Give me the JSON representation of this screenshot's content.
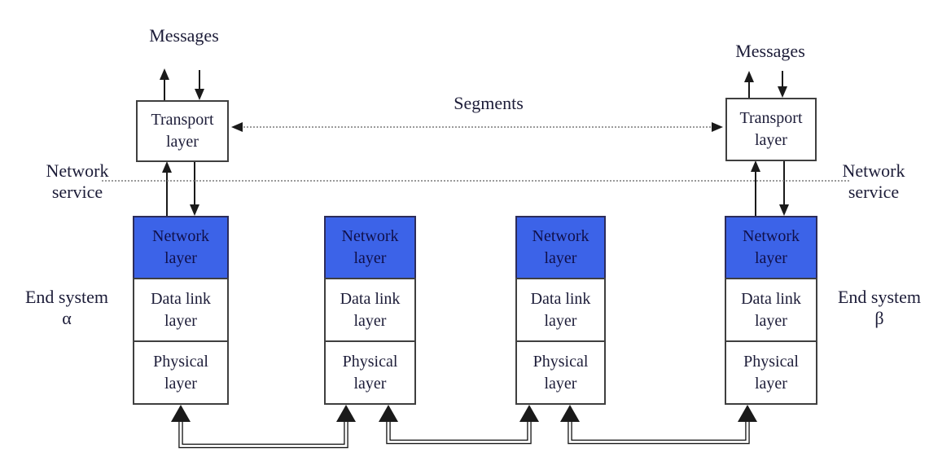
{
  "title": "Network service layered architecture diagram",
  "colors": {
    "network_layer_fill": "#3c63e8",
    "box_border": "#3f3f3f",
    "text": "#1c1c38",
    "dotted_line": "#7a7a7a",
    "arrow": "#1a1a1a"
  },
  "top": {
    "messages_left": "Messages",
    "messages_right": "Messages",
    "segments": "Segments",
    "network_service_left": [
      "Network",
      "service"
    ],
    "network_service_right": [
      "Network",
      "service"
    ]
  },
  "nodes": [
    {
      "name": "end-system-alpha",
      "caption": [
        "End system",
        "α"
      ],
      "layers": [
        "Transport layer",
        "Network layer",
        "Data link layer",
        "Physical layer"
      ]
    },
    {
      "name": "intermediate-node-1",
      "layers": [
        "Network layer",
        "Data link layer",
        "Physical layer"
      ]
    },
    {
      "name": "intermediate-node-2",
      "layers": [
        "Network layer",
        "Data link layer",
        "Physical layer"
      ]
    },
    {
      "name": "end-system-beta",
      "caption": [
        "End system",
        "β"
      ],
      "layers": [
        "Transport layer",
        "Network layer",
        "Data link layer",
        "Physical layer"
      ]
    }
  ]
}
